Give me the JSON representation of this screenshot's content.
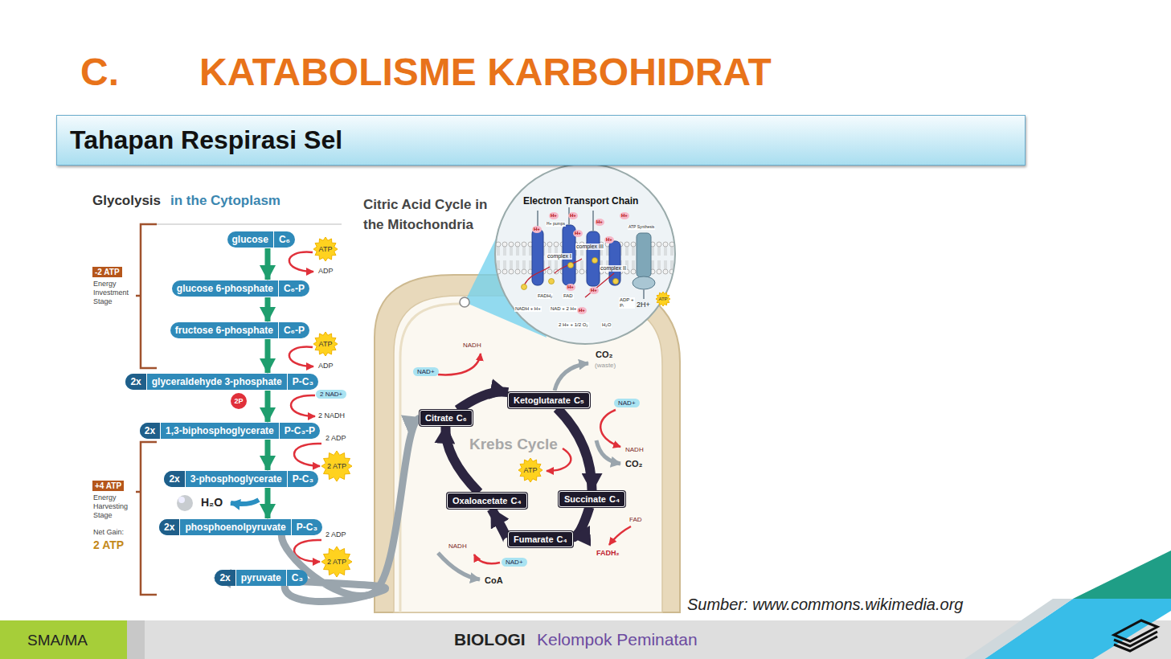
{
  "diagram": {
    "title": "KATABOLISME KARBOHIDRAT",
    "nodes": [
      {
        "text": [
          "Tahapan Respirasi Sel"
        ]
      },
      {
        "text": [
          "-2 ATP"
        ]
      },
      {
        "text": [
          "glucose",
          "C₆"
        ]
      },
      {
        "text": [
          "ATP"
        ]
      },
      {
        "text": [
          "glucose 6-phosphate",
          "C₆-P"
        ]
      },
      {
        "text": [
          "fructose 6-phosphate",
          "C₆-P"
        ]
      },
      {
        "text": [
          "ATP"
        ]
      },
      {
        "text": [
          "2x",
          "glyceraldehyde 3-phosphate",
          "P-C₃"
        ]
      },
      {
        "text": [
          "2 NAD+"
        ]
      },
      {
        "text": [
          "2P"
        ]
      },
      {
        "text": [
          "2x",
          "1,3-biphosphoglycerate",
          "P-C₃-P"
        ]
      },
      {
        "text": [
          "2 ATP"
        ]
      },
      {
        "text": [
          "+4 ATP"
        ]
      },
      {
        "text": [
          "2x",
          "3-phosphoglycerate",
          "P-C₃"
        ]
      },
      {
        "text": [
          "2x",
          "phosphoenolpyruvate",
          "P-C₃"
        ]
      },
      {
        "text": [
          "2 ATP"
        ]
      },
      {
        "text": [
          "2x",
          "pyruvate",
          "C₃"
        ]
      },
      {
        "text": [
          "ATP"
        ]
      },
      {
        "text": [
          "NAD+"
        ]
      },
      {
        "text": [
          "Citrate",
          "C₆"
        ]
      },
      {
        "text": [
          "Ketoglutarate",
          "C₅"
        ]
      },
      {
        "text": [
          "NAD+"
        ]
      },
      {
        "text": [
          "ATP"
        ]
      },
      {
        "text": [
          "Succinate",
          "C₄"
        ]
      },
      {
        "text": [
          "Oxaloacetate",
          "C₄"
        ]
      },
      {
        "text": [
          "Fumarate",
          "C₄"
        ]
      },
      {
        "text": [
          "NAD+"
        ]
      }
    ],
    "edges": [
      {
        "from": 2,
        "to": 4,
        "arrow": "to"
      },
      {
        "from": 4,
        "to": 5,
        "arrow": "to"
      },
      {
        "from": 5,
        "to": 7,
        "arrow": "to"
      },
      {
        "from": 7,
        "to": 10,
        "arrow": "to"
      },
      {
        "from": 10,
        "to": 13,
        "arrow": "to"
      },
      {
        "from": 13,
        "to": 14,
        "arrow": "to"
      },
      {
        "from": 14,
        "to": 16,
        "arrow": "to"
      },
      {
        "from": 16,
        "to": 19,
        "arrow": "to"
      },
      {
        "from": 19,
        "to": 20,
        "arrow": "to"
      },
      {
        "from": 20,
        "to": 23,
        "arrow": "to"
      },
      {
        "from": 23,
        "to": 25,
        "arrow": "to"
      },
      {
        "from": 25,
        "to": 24,
        "arrow": "to"
      },
      {
        "from": 24,
        "to": 19,
        "arrow": "to"
      }
    ],
    "labels": [
      "C.",
      "Glycolysis",
      "in the Cytoplasm",
      "Energy Investment Stage",
      "ADP",
      "ADP",
      "2 NADH",
      "2 ADP",
      "Energy Harvesting Stage",
      "Net Gain:",
      "2 ATP",
      "H₂O",
      "2 ADP",
      "Citric Acid Cycle in the Mitochondria",
      "Electron Transport Chain",
      "H+",
      "H+",
      "H+",
      "H+",
      "H+",
      "H+",
      "H+",
      "H+",
      "H+",
      "H+",
      "H+ pumps",
      "ATP Synthesis",
      "complex III",
      "complex I",
      "complex II",
      "FADH₂",
      "FAD",
      "NADH + H+",
      "NAD + 2 H+",
      "2 H+ + 1/2 O₂",
      "H₂O",
      "ADP + Pᵢ",
      "2H+",
      "NADH",
      "CO₂",
      "(waste)",
      "Krebs Cycle",
      "NADH",
      "CO₂",
      "FAD",
      "FADH₂",
      "NADH",
      "CoA",
      "Sumber: www.commons.wikimedia.org",
      "SMA/MA",
      "BIOLOGI",
      "Kelompok Peminatan"
    ]
  }
}
